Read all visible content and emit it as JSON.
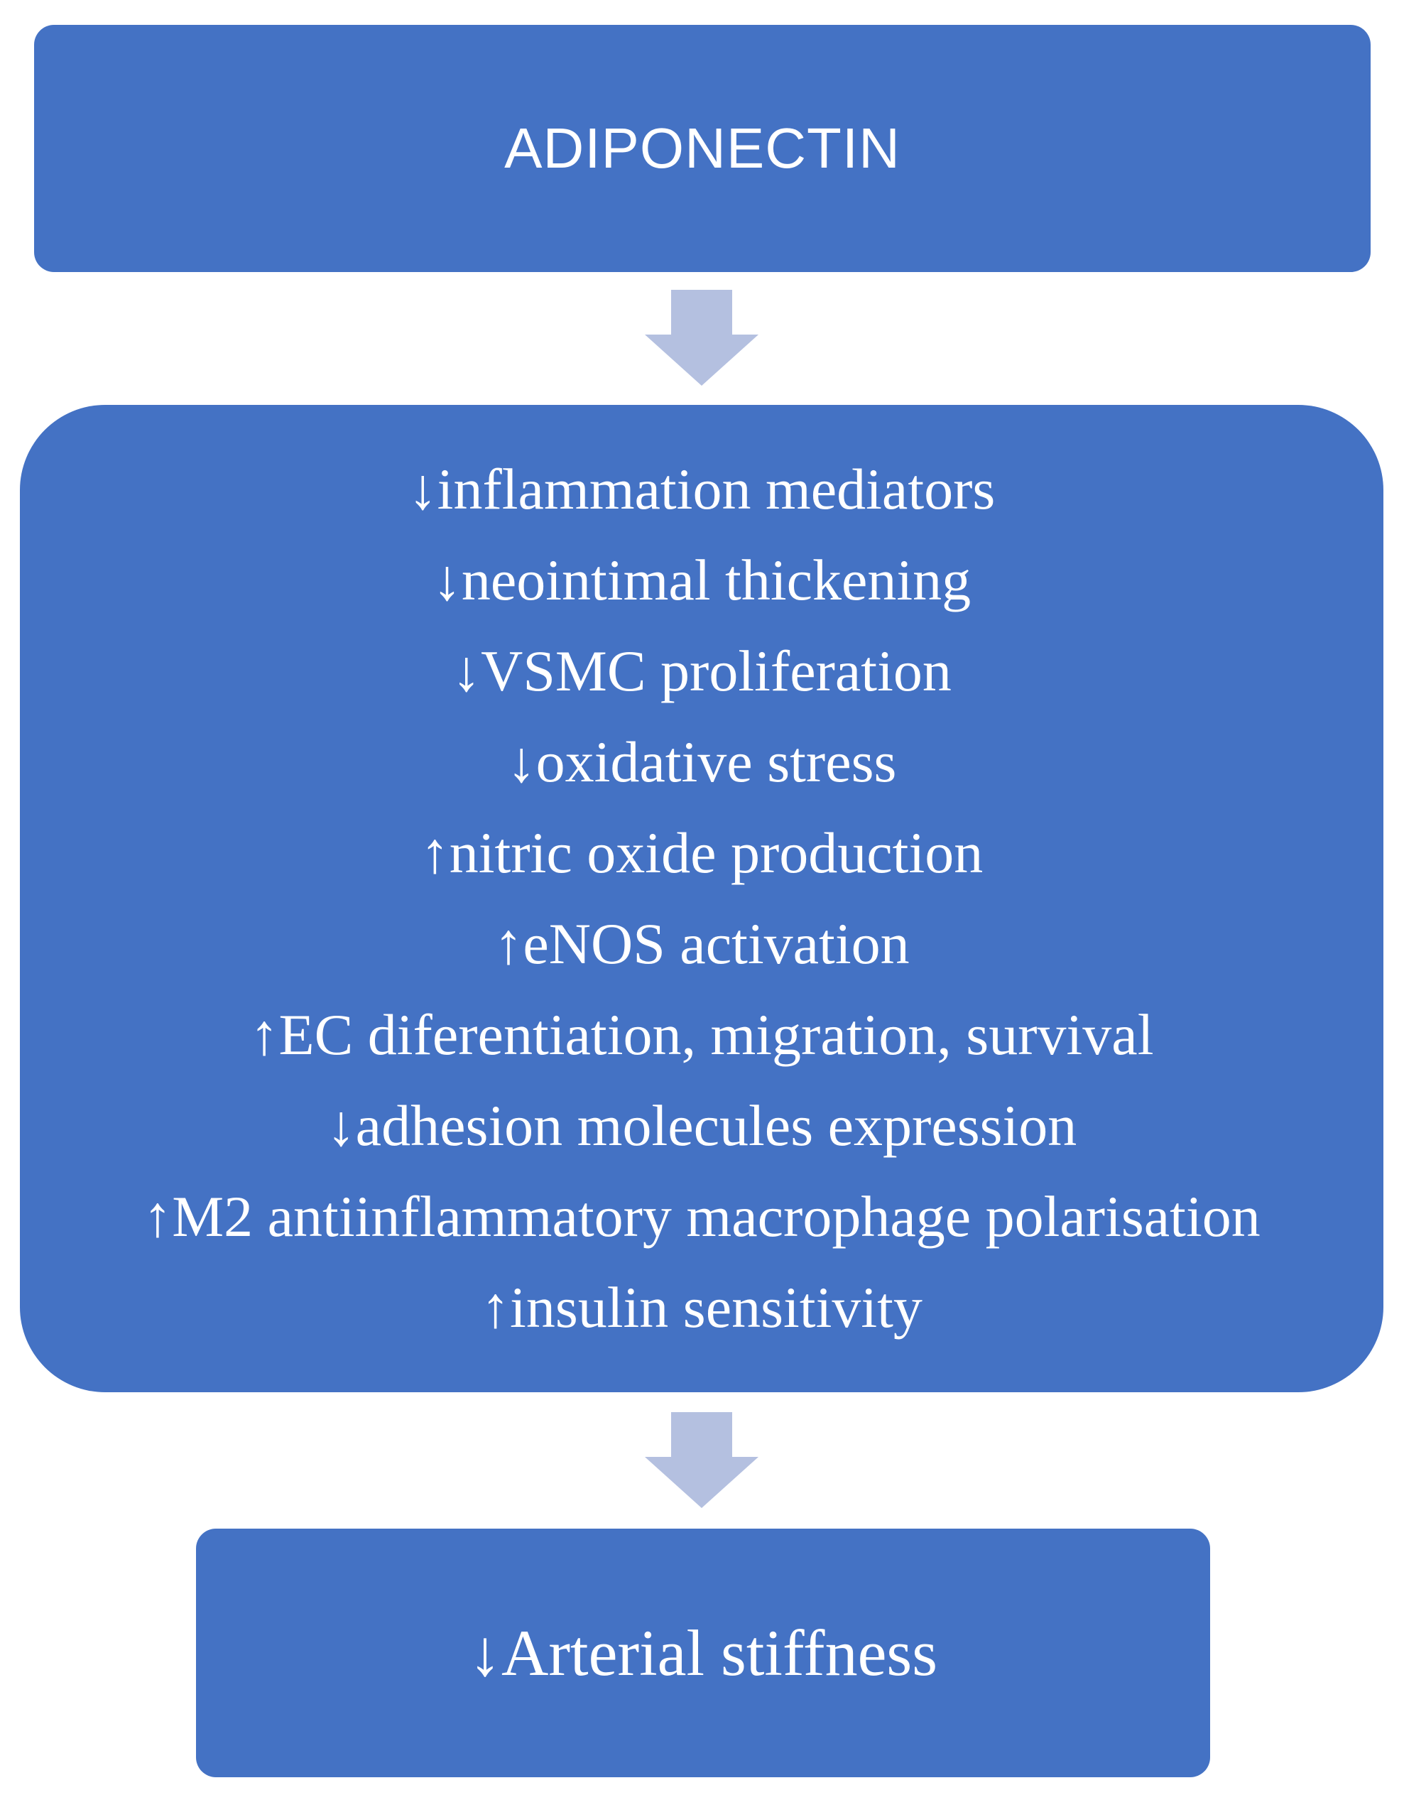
{
  "colors": {
    "box_fill": "#4472c4",
    "arrow_fill": "#b4c0e0",
    "text": "#ffffff"
  },
  "top": {
    "title": "ADIPONECTIN"
  },
  "middle": {
    "effects": [
      "↓inflammation mediators",
      "↓neointimal thickening",
      "↓VSMC proliferation",
      "↓oxidative stress",
      "↑nitric oxide production",
      "↑eNOS activation",
      "↑EC diferentiation, migration, survival",
      "↓adhesion molecules expression",
      "↑M2 antiinflammatory macrophage polarisation",
      "↑insulin sensitivity"
    ]
  },
  "bottom": {
    "title": "↓Arterial stiffness"
  }
}
